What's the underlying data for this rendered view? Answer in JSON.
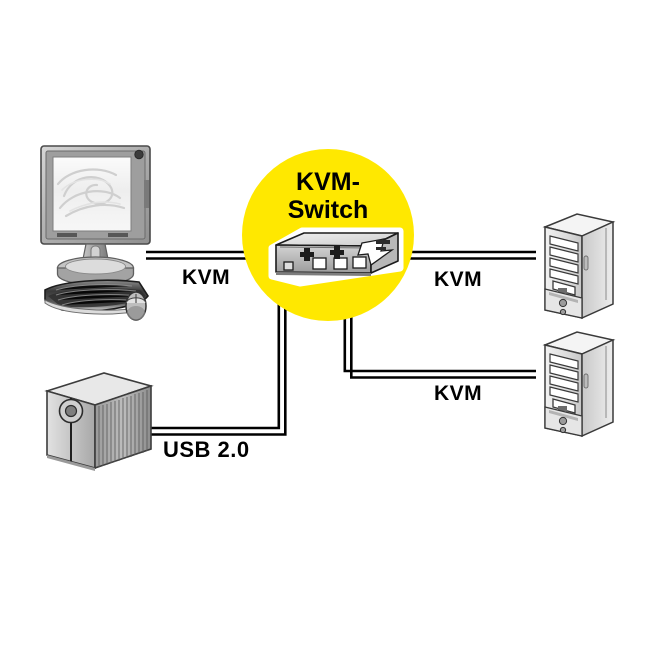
{
  "diagram": {
    "title_line1": "KVM-",
    "title_line2": "Switch",
    "background_color": "#ffffff",
    "highlight_color": "#ffe800",
    "cable_color": "#000000",
    "labels": {
      "kvm_left": "KVM",
      "kvm_right_top": "KVM",
      "kvm_right_bottom": "KVM",
      "usb": "USB 2.0"
    },
    "devices": [
      {
        "name": "monitor",
        "label": ""
      },
      {
        "name": "keyboard",
        "label": ""
      },
      {
        "name": "mouse",
        "label": ""
      },
      {
        "name": "external-hard-drive",
        "label": ""
      },
      {
        "name": "kvm-switch",
        "label": "KVM-Switch"
      },
      {
        "name": "pc-tower-top",
        "label": ""
      },
      {
        "name": "pc-tower-bottom",
        "label": ""
      }
    ]
  }
}
